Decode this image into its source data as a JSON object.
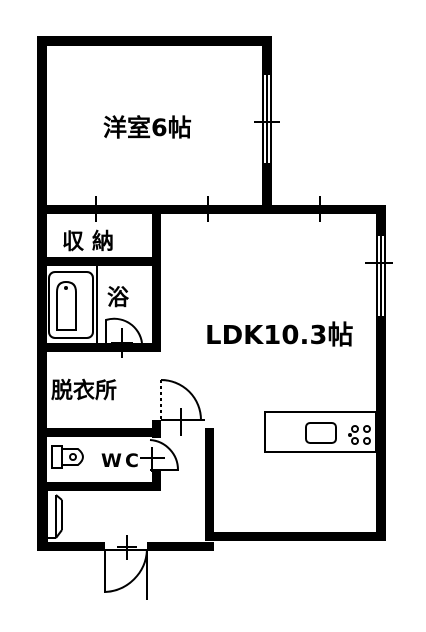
{
  "rooms": {
    "western": "洋室6帖",
    "ldk": "LDK10.3帖",
    "storage": "収納",
    "bath": "浴",
    "dressing": "脱衣所",
    "wc": "WC"
  },
  "colors": {
    "wall": "#000000",
    "background": "#ffffff"
  }
}
